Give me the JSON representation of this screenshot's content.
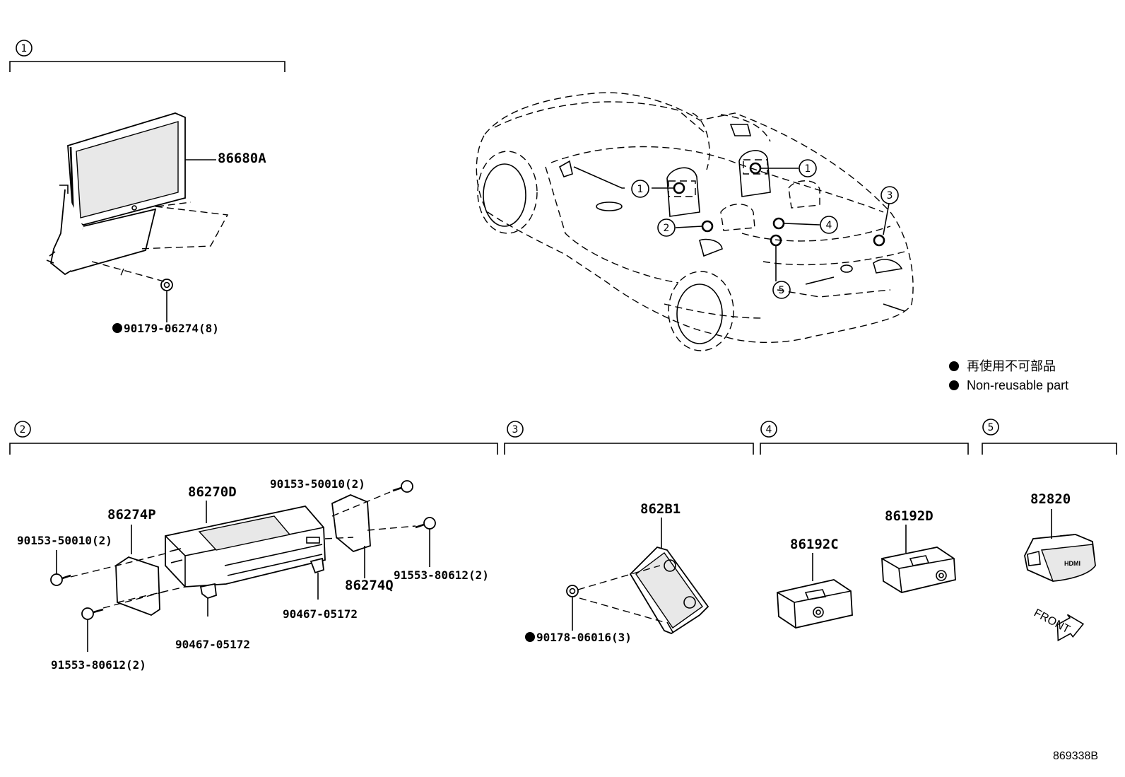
{
  "sections": {
    "s1": "1",
    "s2": "2",
    "s3": "3",
    "s4": "4",
    "s5": "5"
  },
  "callouts": {
    "c1a": "1",
    "c1b": "1",
    "c2": "2",
    "c3": "3",
    "c4": "4",
    "c5": "5"
  },
  "parts": {
    "p86680A": "86680A",
    "p90179": "90179-06274(8)",
    "p86270D": "86270D",
    "p86274P": "86274P",
    "p86274Q": "86274Q",
    "p90153a": "90153-50010(2)",
    "p90153b": "90153-50010(2)",
    "p91553a": "91553-80612(2)",
    "p91553b": "91553-80612(2)",
    "p90467a": "90467-05172",
    "p90467b": "90467-05172",
    "p862B1": "862B1",
    "p90178": "90178-06016(3)",
    "p86192C": "86192C",
    "p86192D": "86192D",
    "p82820": "82820"
  },
  "legend": {
    "jp": "再使用不可部品",
    "en": "Non-reusable part"
  },
  "labels": {
    "front": "FRONT",
    "hdmi": "HDMI"
  },
  "ref_code": "869338B"
}
